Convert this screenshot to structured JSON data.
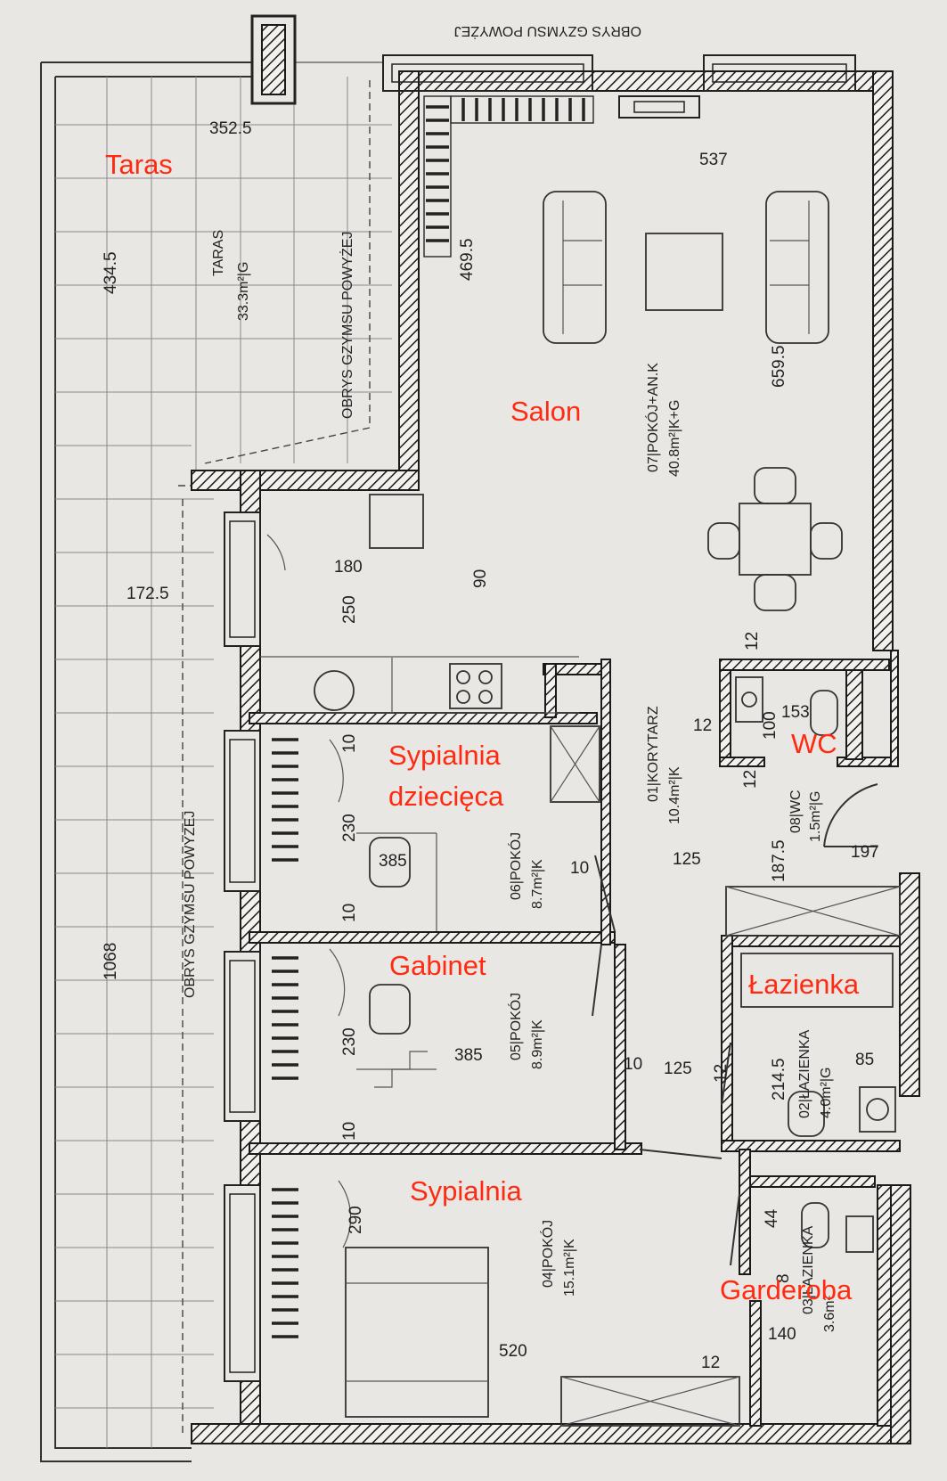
{
  "room_names": {
    "taras": "Taras",
    "salon": "Salon",
    "sypialnia_dziecieca_1": "Sypialnia",
    "sypialnia_dziecieca_2": "dziecięca",
    "wc": "WC",
    "gabinet": "Gabinet",
    "lazienka": "Łazienka",
    "sypialnia": "Sypialnia",
    "garderoba": "Garderoba"
  },
  "room_codes": {
    "taras_title": "TARAS",
    "taras_area": "33.3m²|G",
    "salon_title": "07|POKÓJ+AN.K",
    "salon_area": "40.8m²|K+G",
    "korytarz_title": "01|KORYTARZ",
    "korytarz_area": "10.4m²|K",
    "pokoj06_title": "06|POKÓJ",
    "pokoj06_area": "8.7m²|K",
    "pokoj05_title": "05|POKÓJ",
    "pokoj05_area": "8.9m²|K",
    "pokoj04_title": "04|POKÓJ",
    "pokoj04_area": "15.1m²|K",
    "wc_title": "08|WC",
    "wc_area": "1.5m²|G",
    "lazienka02_title": "02|ŁAZIENKA",
    "lazienka02_area": "4.0m²|G",
    "lazienka03_title": "03|ŁAZIENKA",
    "lazienka03_area": "3.6m²"
  },
  "annotations": {
    "top_note": "OBRYS GZYMSU POWYŻEJ",
    "terrace_note_upper": "OBRYS GZYMSU POWYŻEJ",
    "terrace_note_lower": "OBRYS GZYMSU POWYŻEJ"
  },
  "dimensions": {
    "d352_5": "352.5",
    "d434_5": "434.5",
    "d469_5": "469.5",
    "d537": "537",
    "d659_5": "659.5",
    "d172_5": "172.5",
    "d180": "180",
    "d250": "250",
    "d90": "90",
    "d1068": "1068",
    "d12_a": "12",
    "d12_b": "12",
    "d12_c": "12",
    "d12_d": "12",
    "d12_e": "12",
    "d100": "100",
    "d153": "153",
    "d197": "197",
    "d187_5": "187.5",
    "d125_a": "125",
    "d125_b": "125",
    "d385_a": "385",
    "d385_b": "385",
    "d230_a": "230",
    "d230_b": "230",
    "d10_a": "10",
    "d10_b": "10",
    "d10_c": "10",
    "d10_d": "10",
    "d10_e": "10",
    "d214_5": "214.5",
    "d85": "85",
    "d290": "290",
    "d520": "520",
    "d44": "44",
    "d140": "140",
    "d8": "8"
  }
}
